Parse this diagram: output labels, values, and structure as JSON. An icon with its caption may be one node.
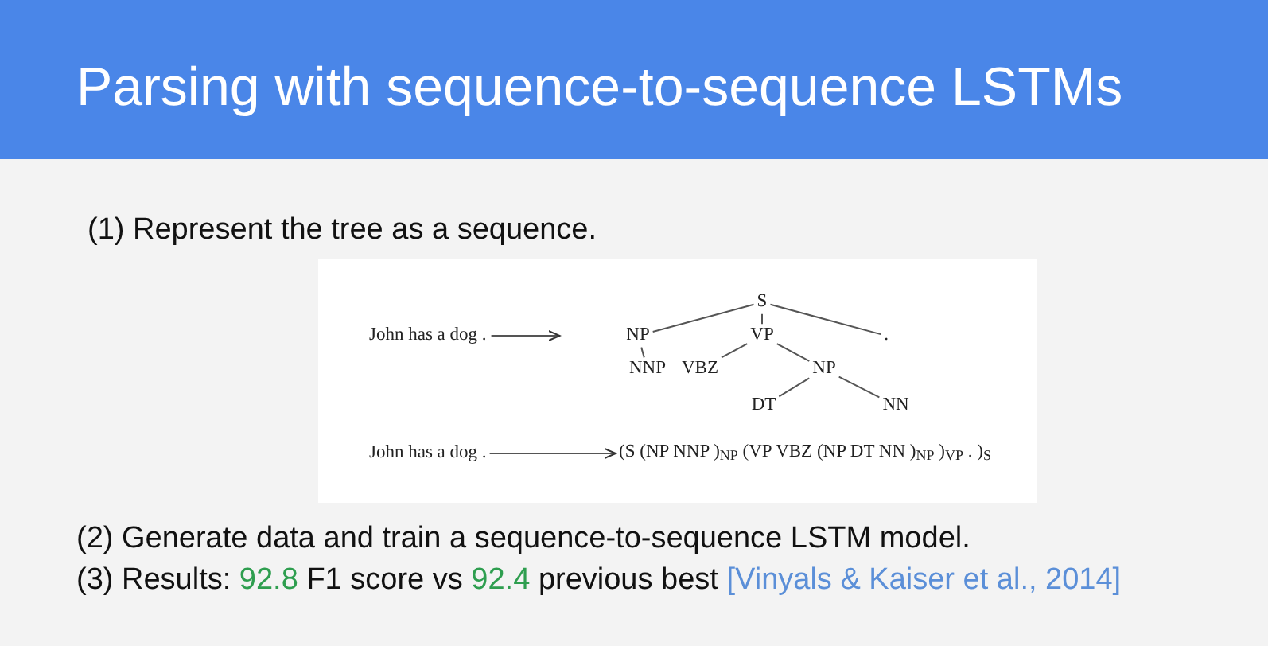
{
  "diagram": {
    "title": "Parsing with sequence-to-sequence LSTMs",
    "nodes": [
      {
        "text": [
          "John has a dog ."
        ]
      },
      {
        "text": [
          "S"
        ]
      },
      {
        "text": [
          "NP"
        ]
      },
      {
        "text": [
          "VP"
        ]
      },
      {
        "text": [
          "."
        ]
      },
      {
        "text": [
          "NNP"
        ]
      },
      {
        "text": [
          "VBZ"
        ]
      },
      {
        "text": [
          "NP"
        ]
      },
      {
        "text": [
          "DT"
        ]
      },
      {
        "text": [
          "NN"
        ]
      },
      {
        "text": [
          "John has a dog ."
        ]
      },
      {
        "text": [
          "(S (NP NNP )$_{NP}$ (VP VBZ (NP DT NN )$_{NP}$ )$_{VP}$ . )$_{S}$"
        ]
      }
    ],
    "edges": [
      {
        "from": 0,
        "to": null,
        "arrow": "to"
      },
      {
        "from": 1,
        "to": 2,
        "arrow": "none"
      },
      {
        "from": 1,
        "to": 3,
        "arrow": "none"
      },
      {
        "from": 1,
        "to": 4,
        "arrow": "none"
      },
      {
        "from": 2,
        "to": 5,
        "arrow": "none"
      },
      {
        "from": 3,
        "to": 6,
        "arrow": "none"
      },
      {
        "from": 3,
        "to": 7,
        "arrow": "none"
      },
      {
        "from": 7,
        "to": 8,
        "arrow": "none"
      },
      {
        "from": 7,
        "to": 9,
        "arrow": "none"
      },
      {
        "from": 10,
        "to": 11,
        "arrow": "to"
      }
    ],
    "labels": [
      "(1) Represent the tree as a sequence.",
      "(2) Generate data and train a sequence-to-sequence LSTM model.",
      "(3) Results:",
      "92.8",
      "F1 score vs",
      "92.4",
      "previous best",
      "[Vinyals & Kaiser et al., 2014]"
    ]
  }
}
